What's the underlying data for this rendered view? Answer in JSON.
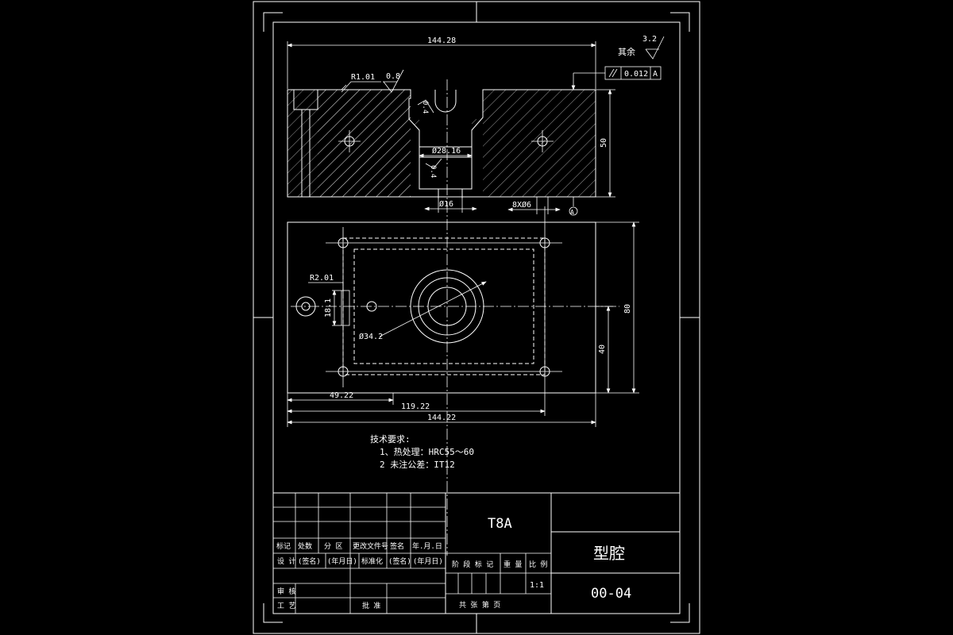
{
  "dimensions": {
    "top_width": "144.28",
    "fillet_radius": "R1.01",
    "roughness_top": "0.8",
    "roughness_general": "3.2",
    "roughness_general_label": "其余",
    "parallelism_tol": "0.012",
    "datum": "A",
    "roughness_pocket_1": "0.4",
    "bore_upper": "Ø28.16",
    "roughness_pocket_2": "0.4",
    "bore_lower": "Ø16",
    "hole_callout": "8XØ6",
    "height": "50",
    "plan_radius": "R2.01",
    "plan_slot": "18.1",
    "plan_ring": "Ø34.2",
    "plan_height": "80",
    "plan_half_height": "40",
    "plan_x1": "49.22",
    "plan_x2": "119.22",
    "plan_width": "144.22"
  },
  "notes": {
    "title": "技术要求:",
    "line1": "1、热处理：HRC55～60",
    "line2": "2 未注公差：IT12"
  },
  "title_block": {
    "material": "T8A",
    "part_name": "型腔",
    "drawing_no": "00-04",
    "scale": "1:1",
    "hdr_biaoji": "标记",
    "hdr_chushu": "处数",
    "hdr_fenqu": "分 区",
    "hdr_gaiwen": "更改文件号",
    "hdr_qianming": "签名",
    "hdr_nianyueri": "年.月.日",
    "row_sheji": "设 计",
    "row_qianming1": "(签名)",
    "row_nianyueri1": "(年月日)",
    "row_biaozhunhua": "标准化",
    "row_qianming2": "(签名)",
    "row_nianyueri2": "(年月日)",
    "hdr_jieduan": "阶 段 标 记",
    "hdr_zhongliang": "重 量",
    "hdr_bili": "比 例",
    "row_shenhe": "审 核",
    "row_gongyi": "工 艺",
    "row_pizhun": "批 准",
    "row_zhang": "共 张 第 页"
  }
}
